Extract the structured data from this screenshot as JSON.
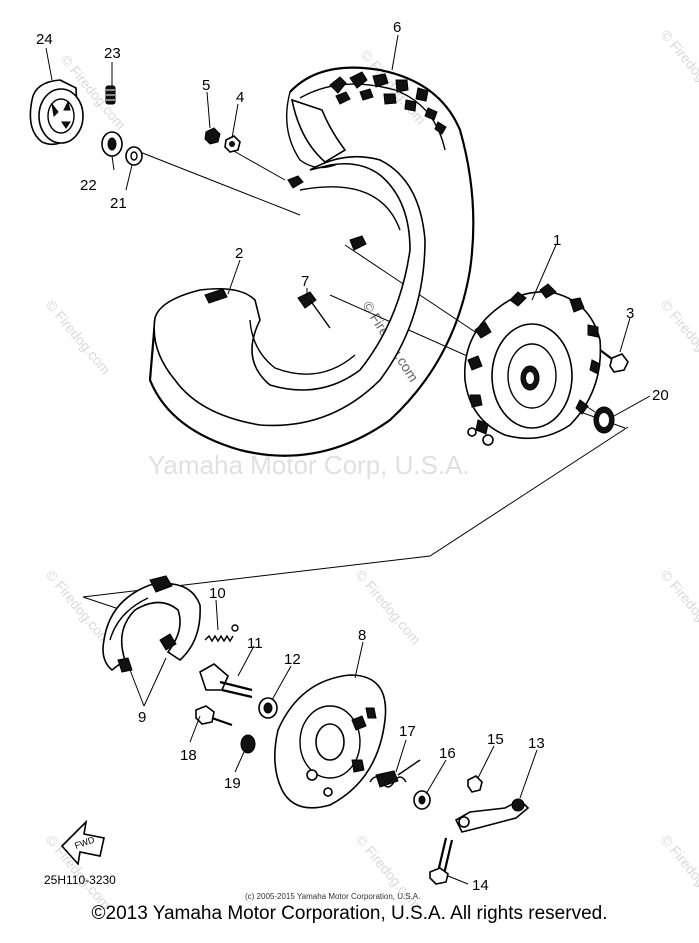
{
  "diagram": {
    "watermark_center": "Yamaha Motor Corp, U.S.A.",
    "watermark_site": "© Firedog.com",
    "small_copyright": "(c) 2005-2015 Yamaha Motor Corporation, U.S.A.",
    "part_code": "25H110-3230",
    "fwd_label": "FWD",
    "footer": "©2013 Yamaha Motor Corporation, U.S.A. All rights reserved.",
    "callouts": {
      "c1": "1",
      "c2": "2",
      "c3": "3",
      "c4": "4",
      "c5": "5",
      "c6": "6",
      "c7": "7",
      "c8": "8",
      "c9": "9",
      "c10": "10",
      "c11": "11",
      "c12": "12",
      "c13": "13",
      "c14": "14",
      "c15": "15",
      "c16": "16",
      "c17": "17",
      "c18": "18",
      "c19": "19",
      "c20": "20",
      "c21": "21",
      "c22": "22",
      "c23": "23",
      "c24": "24"
    }
  }
}
